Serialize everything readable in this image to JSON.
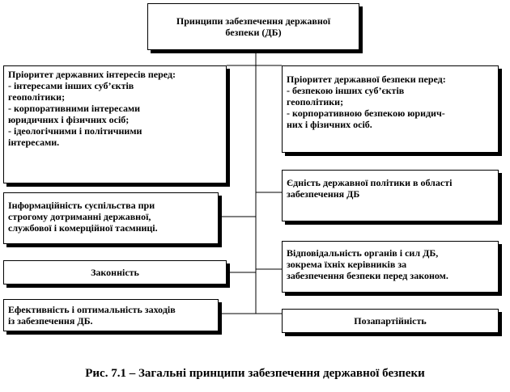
{
  "diagram": {
    "root": {
      "lines": [
        "Принципи забезпечення державної",
        "безпеки  (ДБ)"
      ]
    },
    "left": [
      {
        "id": "interest-priority",
        "lines": [
          "Пріоритет  державних інтересів  перед:",
          "- інтересами інших  суб’єктів",
          "геополітики;",
          "- корпоративними інтересами",
          "юридичних і фізичних  осіб;",
          "- ідеологічними  і  політичними",
          "інтересами."
        ]
      },
      {
        "id": "informational-openness",
        "lines": [
          "Інформаційність  суспільства при",
          "строгому дотриманні державної,",
          "службової і комерційної таємниці."
        ]
      },
      {
        "id": "legality",
        "lines": [
          "Законність"
        ]
      },
      {
        "id": "efficiency",
        "lines": [
          "Ефективність  і  оптимальність  заходів",
          "із  забезпечення ДБ."
        ]
      }
    ],
    "right": [
      {
        "id": "security-priority",
        "lines": [
          "Пріоритет  державної безпеки перед:",
          "-  безпекою інших  суб’єктів",
          "геополітики;",
          "- корпоративною безпекою юридич-",
          "них і фізичних  осіб."
        ]
      },
      {
        "id": "policy-unity",
        "lines": [
          "Єдність державної політики в області",
          "забезпечення ДБ"
        ]
      },
      {
        "id": "responsibility",
        "lines": [
          "Відповідальність  органів і сил ДБ,",
          "зокрема їхніх  керівників  за",
          "забезпечення безпеки перед законом."
        ]
      },
      {
        "id": "non-partisanship",
        "lines": [
          "Позапартійність"
        ]
      }
    ]
  },
  "caption": "Рис. 7.1 – Загальні принципи забезпечення державної безпеки"
}
